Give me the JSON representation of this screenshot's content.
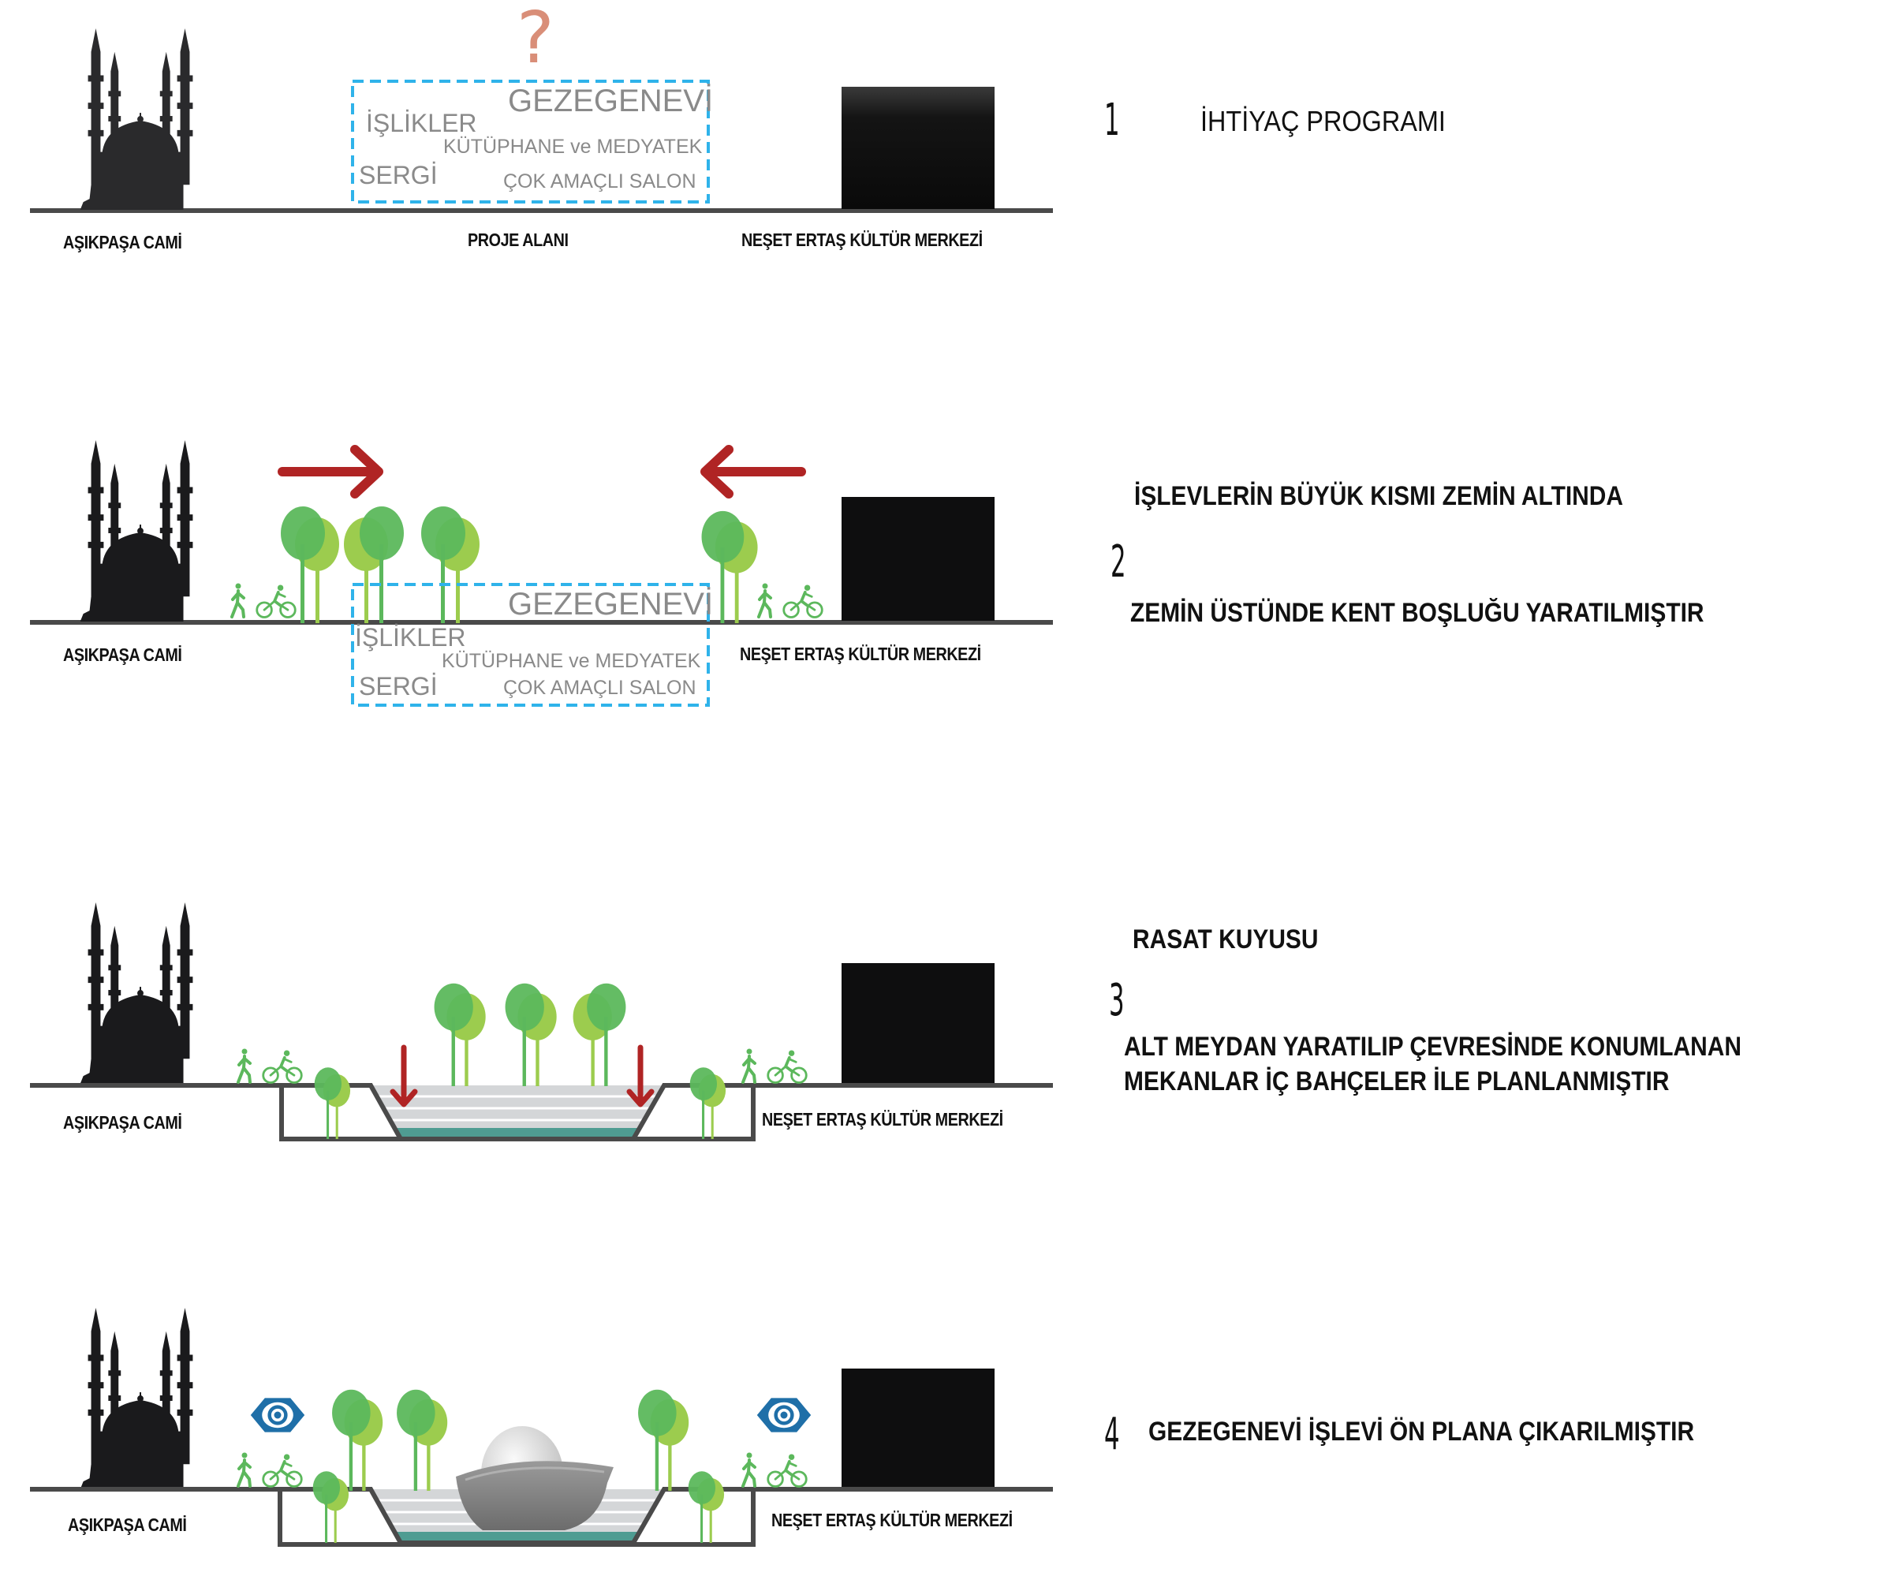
{
  "labels": {
    "mosque": "AŞIKPAŞA CAMİ",
    "site": "PROJE ALANI",
    "culture_center": "NEŞET ERTAŞ KÜLTÜR MERKEZİ"
  },
  "program": {
    "question_mark": "?",
    "items": {
      "planetarium": "GEZEGENEVİ",
      "workshops": "İŞLİKLER",
      "library": "KÜTÜPHANE ve MEDYATEK",
      "exhibition": "SERGİ",
      "hall": "ÇOK AMAÇLI SALON"
    }
  },
  "steps": [
    {
      "number": "1",
      "lines": [
        "İHTİYAÇ PROGRAMI"
      ]
    },
    {
      "number": "2",
      "lines": [
        "İŞLEVLERİN BÜYÜK KISMI ZEMİN ALTINDA",
        "ZEMİN ÜSTÜNDE KENT BOŞLUĞU YARATILMIŞTIR"
      ]
    },
    {
      "number": "3",
      "lines": [
        "RASAT KUYUSU",
        "ALT MEYDAN YARATILIP ÇEVRESİNDE KONUMLANAN",
        "MEKANLAR İÇ BAHÇELER İLE PLANLANMIŞTIR"
      ]
    },
    {
      "number": "4",
      "lines": [
        "GEZEGENEVİ İŞLEVİ ÖN PLANA ÇIKARILMIŞTIR"
      ]
    }
  ],
  "icons": {
    "mosque": "mosque-silhouette-icon",
    "building": "building-block-icon",
    "tree": "tree-icon",
    "pedestrian": "pedestrian-icon",
    "cyclist": "cyclist-icon",
    "arrow": "arrow-icon",
    "eye": "eye-icon",
    "planetarium": "planetarium-dome-icon"
  },
  "colors": {
    "ground": "#4a4a4a",
    "silhouette": "#1a1a1c",
    "dashed_box": "#2fb3ea",
    "tree_dark": "#5cb85c",
    "tree_light": "#9ccc4e",
    "arrow": "#b02424",
    "water": "#4f9c92",
    "steps": "#d4d6d8",
    "eye": "#1f6fa8",
    "question": "#d98e78"
  }
}
